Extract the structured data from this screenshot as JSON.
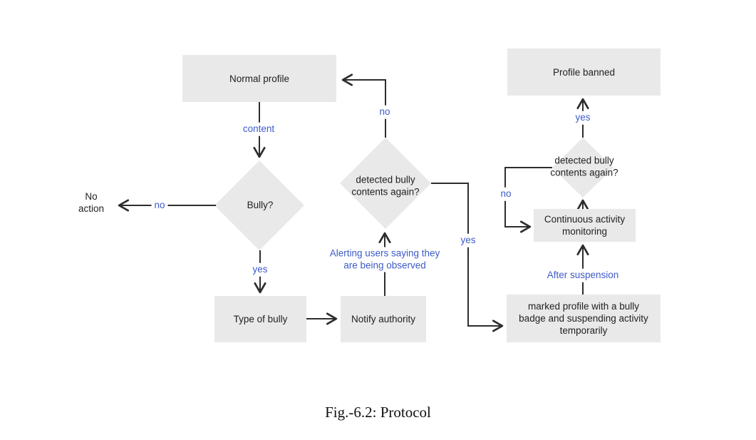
{
  "figure": {
    "caption": "Fig.-6.2: Protocol"
  },
  "colors": {
    "node_fill": "#e9e9e9",
    "edge": "#2d2d2d",
    "label": "#3d5bc9",
    "text": "#212121"
  },
  "nodes": {
    "normal_profile": "Normal profile",
    "bully": "Bully?",
    "no_action": "No\naction",
    "type_of_bully": "Type of bully",
    "notify_authority": "Notify authority",
    "detected_mid": "detected bully\ncontents again?",
    "marked_profile": "marked profile with a bully\nbadge and suspending activity\ntemporarily",
    "continuous_monitoring": "Continuous activity\nmonitoring",
    "detected_right": "detected bully\ncontents again?",
    "profile_banned": "Profile banned"
  },
  "edge_labels": {
    "content": "content",
    "no_to_normal": "no",
    "no_to_no_action": "no",
    "yes_to_type": "yes",
    "alerting": "Alerting users saying they\nare being observed",
    "yes_to_marked": "yes",
    "after_suspension": "After suspension",
    "no_loop": "no",
    "yes_to_banned": "yes"
  }
}
